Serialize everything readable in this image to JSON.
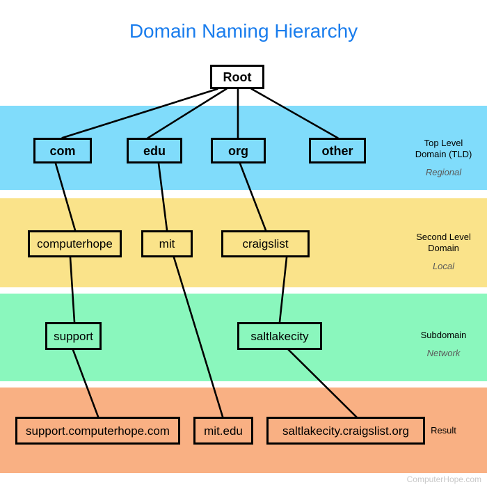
{
  "title": "Domain Naming Hierarchy",
  "watermark": "ComputerHope.com",
  "colors": {
    "title": "#1a7ded",
    "tld_band": "#80dcfb",
    "sld_band": "#fae38a",
    "subdomain_band": "#8af7bd",
    "result_band": "#f9b083",
    "node_border": "#000000",
    "line": "#000000",
    "watermark": "#c9c9c9",
    "band_sublabel": "#5a5a5a"
  },
  "bands": [
    {
      "id": "tld",
      "label": "Top Level\nDomain (TLD)",
      "label_line1": "Top Level",
      "label_line2": "Domain (TLD)",
      "sublabel": "Regional"
    },
    {
      "id": "sld",
      "label": "Second Level Domain",
      "label_line1": "Second Level",
      "label_line2": "Domain",
      "sublabel": "Local"
    },
    {
      "id": "subdomain",
      "label": "Subdomain",
      "label_line1": "Subdomain",
      "label_line2": "",
      "sublabel": "Network"
    },
    {
      "id": "result",
      "label": "Result",
      "label_line1": "Result",
      "label_line2": "",
      "sublabel": ""
    }
  ],
  "nodes": {
    "root": {
      "label": "Root"
    },
    "tld_com": {
      "label": "com"
    },
    "tld_edu": {
      "label": "edu"
    },
    "tld_org": {
      "label": "org"
    },
    "tld_other": {
      "label": "other"
    },
    "sld_computerhope": {
      "label": "computerhope"
    },
    "sld_mit": {
      "label": "mit"
    },
    "sld_craigslist": {
      "label": "craigslist"
    },
    "sub_support": {
      "label": "support"
    },
    "sub_saltlakecity": {
      "label": "saltlakecity"
    },
    "res_support": {
      "label": "support.computerhope.com"
    },
    "res_mit": {
      "label": "mit.edu"
    },
    "res_saltlakecity": {
      "label": "saltlakecity.craigslist.org"
    }
  },
  "edges": [
    {
      "from": "root",
      "to": "tld_com"
    },
    {
      "from": "root",
      "to": "tld_edu"
    },
    {
      "from": "root",
      "to": "tld_org"
    },
    {
      "from": "root",
      "to": "tld_other"
    },
    {
      "from": "tld_com",
      "to": "sld_computerhope"
    },
    {
      "from": "tld_edu",
      "to": "sld_mit"
    },
    {
      "from": "tld_org",
      "to": "sld_craigslist"
    },
    {
      "from": "sld_computerhope",
      "to": "sub_support"
    },
    {
      "from": "sld_craigslist",
      "to": "sub_saltlakecity"
    },
    {
      "from": "sub_support",
      "to": "res_support"
    },
    {
      "from": "sld_mit",
      "to": "res_mit"
    },
    {
      "from": "sub_saltlakecity",
      "to": "res_saltlakecity"
    }
  ]
}
